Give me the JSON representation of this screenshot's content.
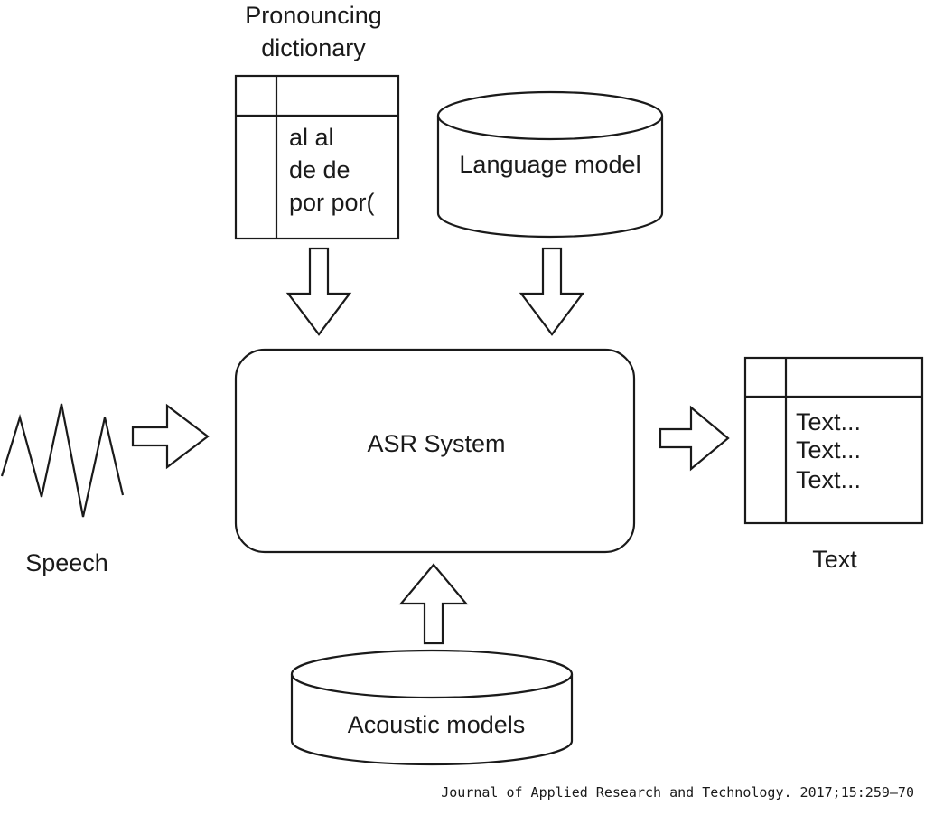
{
  "dictionary": {
    "title_line1": "Pronouncing",
    "title_line2": "dictionary",
    "entries": [
      "al al",
      "de de",
      "por por("
    ]
  },
  "language_model": {
    "label": "Language model"
  },
  "asr": {
    "label": "ASR System"
  },
  "speech": {
    "label": "Speech"
  },
  "output": {
    "label": "Text",
    "lines": [
      "Text...",
      "Text...",
      "Text..."
    ]
  },
  "acoustic": {
    "label": "Acoustic models"
  },
  "citation": "Journal of Applied Research and Technology. 2017;15:259–70"
}
